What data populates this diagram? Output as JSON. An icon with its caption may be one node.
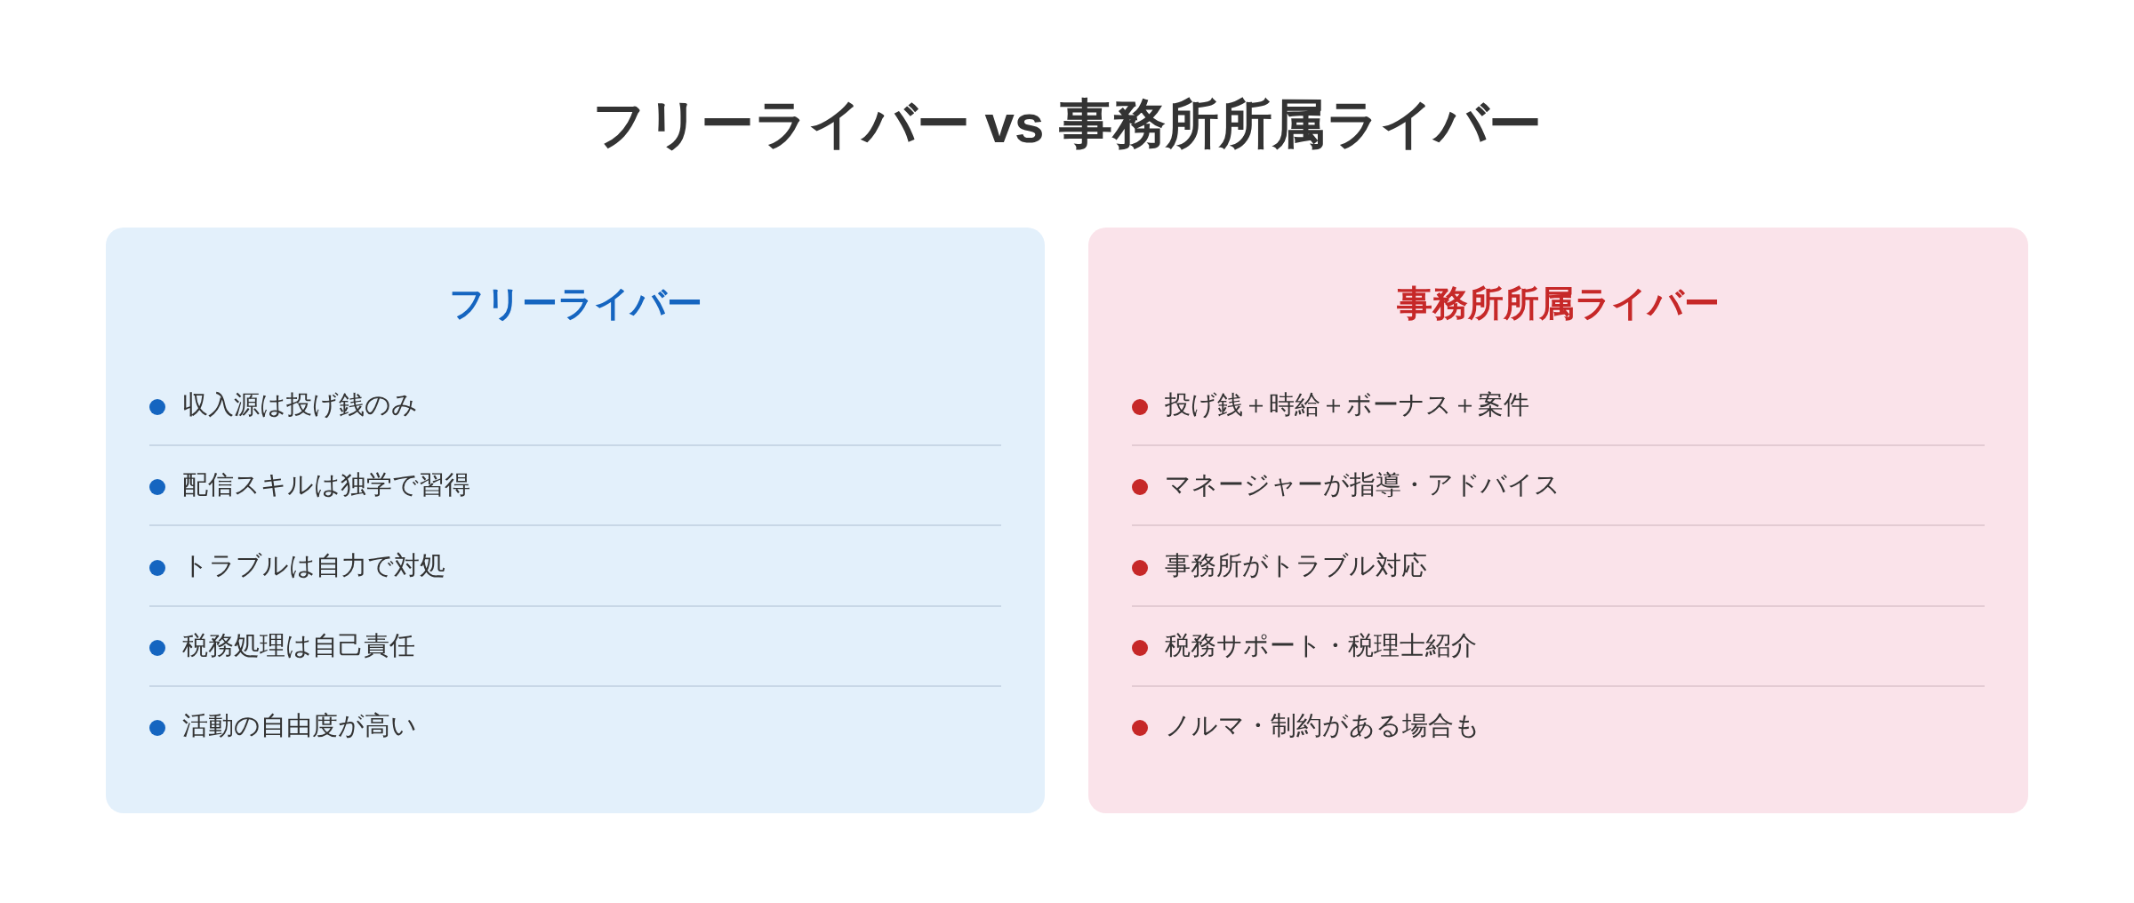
{
  "diagram": {
    "title": "フリーライバー vs 事務所所属ライバー",
    "nodes": [
      {
        "text": [
          "フリーライバー",
          "収入源は投げ銭のみ",
          "配信スキルは独学で習得",
          "トラブルは自力で対処",
          "税務処理は自己責任",
          "活動の自由度が高い"
        ]
      },
      {
        "text": [
          "事務所所属ライバー",
          "投げ銭＋時給＋ボーナス＋案件",
          "マネージャーが指導・アドバイス",
          "事務所がトラブル対応",
          "税務サポート・税理士紹介",
          "ノルマ・制約がある場合も"
        ]
      }
    ]
  }
}
